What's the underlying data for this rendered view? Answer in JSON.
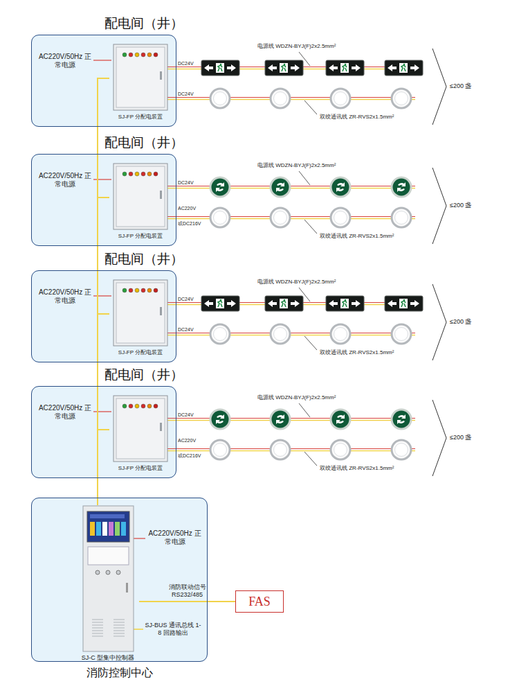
{
  "diagram": {
    "nodes": [
      {
        "text": [
          "配电间（井）"
        ]
      },
      {
        "text": [
          "SJ-FP 分配电装置"
        ],
        "in": 0
      },
      {
        "text": [
          "配电间（井）"
        ]
      },
      {
        "text": [
          "SJ-FP 分配电装置"
        ],
        "in": 2
      },
      {
        "text": [
          "配电间（井）"
        ]
      },
      {
        "text": [
          "SJ-FP 分配电装置"
        ],
        "in": 4
      },
      {
        "text": [
          "配电间（井）"
        ]
      },
      {
        "text": [
          "SJ-FP 分配电装置"
        ],
        "in": 6
      },
      {
        "text": [
          "消防控制中心"
        ]
      },
      {
        "text": [
          "SJ-C 型集中控制器"
        ],
        "in": 8
      },
      {
        "text": [
          "FAS"
        ]
      }
    ],
    "edges": [
      {
        "from": 9,
        "to": 1,
        "arrow": "none"
      },
      {
        "from": 9,
        "to": 3,
        "arrow": "none"
      },
      {
        "from": 9,
        "to": 5,
        "arrow": "none"
      },
      {
        "from": 9,
        "to": 7,
        "arrow": "none"
      },
      {
        "from": 9,
        "to": 10,
        "label": "消防联动信号 RS232/485",
        "arrow": "none"
      }
    ],
    "labels": [
      "AC220V/50Hz 正常电源",
      "DC24V",
      "DC24V",
      "电源线 WDZN-BYJ(F)2x2.5mm²",
      "双绞通讯线 ZR-RVS2x1.5mm²",
      "≤200 盏",
      "AC220V/50Hz 正常电源",
      "DC24V",
      "AC220V",
      "或DC216V",
      "电源线 WDZN-BYJ(F)2x2.5mm²",
      "双绞通讯线 ZR-RVS2x1.5mm²",
      "≤200 盏",
      "AC220V/50Hz 正常电源",
      "DC24V",
      "DC24V",
      "电源线 WDZN-BYJ(F)2x2.5mm²",
      "双绞通讯线 ZR-RVS2x1.5mm²",
      "≤200 盏",
      "AC220V/50Hz 正常电源",
      "DC24V",
      "AC220V",
      "或DC216V",
      "电源线 WDZN-BYJ(F)2x2.5mm²",
      "双绞通讯线 ZR-RVS2x1.5mm²",
      "≤200 盏",
      "AC220V/50Hz 正常电源",
      "SJ-BUS 通讯总线 1-8 回路输出"
    ]
  }
}
